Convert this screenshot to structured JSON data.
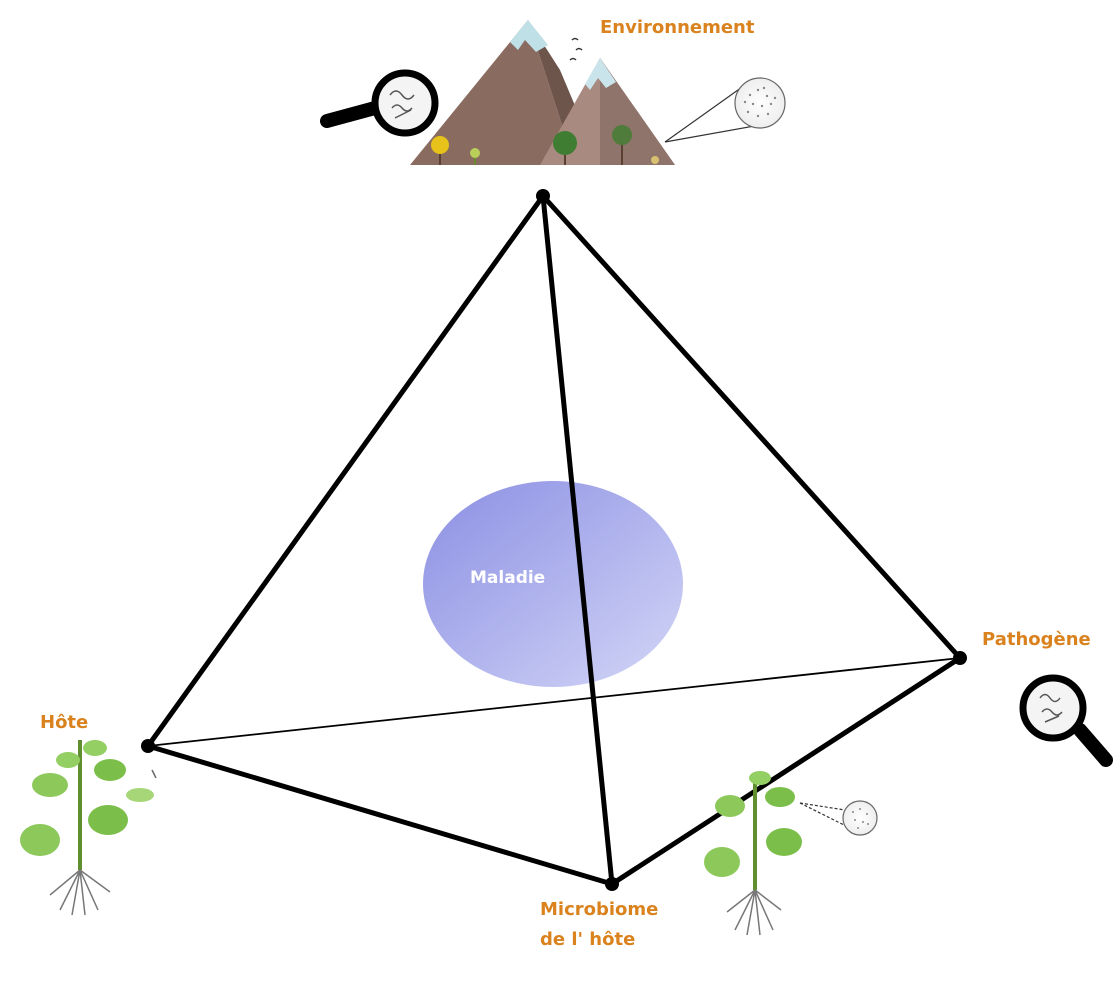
{
  "labels": {
    "environment": "Environnement",
    "pathogen": "Pathogène",
    "host": "Hôte",
    "microbiome_line1": "Microbiome",
    "microbiome_line2": "de l' hôte",
    "disease": "Maladie"
  },
  "colors": {
    "label_orange": "#d9821e",
    "edge": "#000000",
    "disease_fill_top": "#8b8fe3",
    "disease_fill_bottom": "#c9cdf3",
    "mountain_brown": "#8a6b60",
    "snow": "#bfe0e6",
    "leaf_green": "#7bbf4a"
  },
  "icons": {
    "environment_magnifier": "magnifier-icon",
    "pathogen_magnifier": "magnifier-icon",
    "mountains": "mountains-icon",
    "host_plant": "plant-icon",
    "microbiome_plant": "plant-icon"
  }
}
